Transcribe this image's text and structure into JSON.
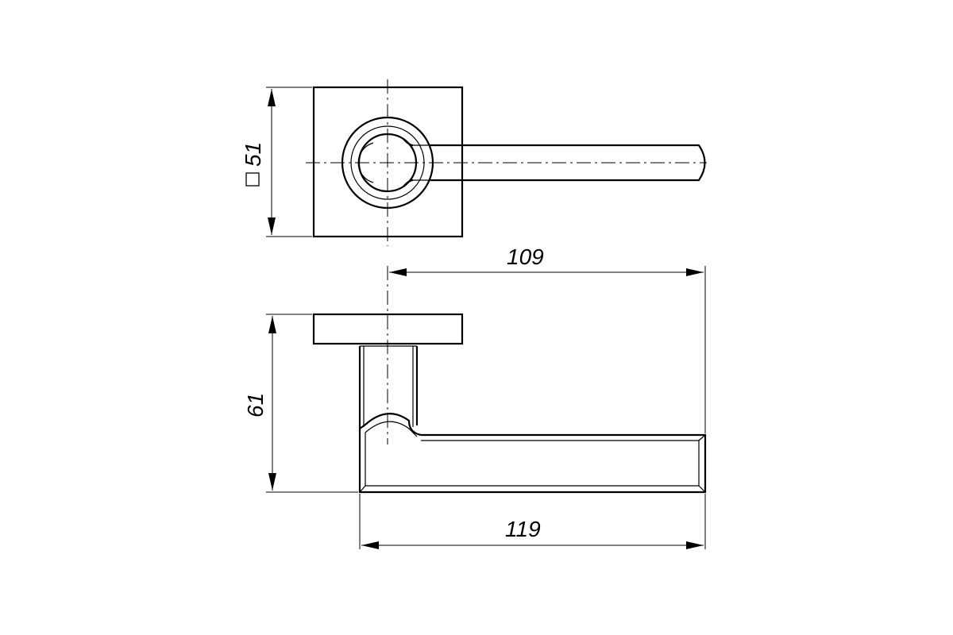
{
  "drawing": {
    "dimensions": {
      "rose_square": "51",
      "lever_projection": "109",
      "lever_length": "119",
      "height": "61"
    },
    "square_symbol": "square-symbol"
  }
}
